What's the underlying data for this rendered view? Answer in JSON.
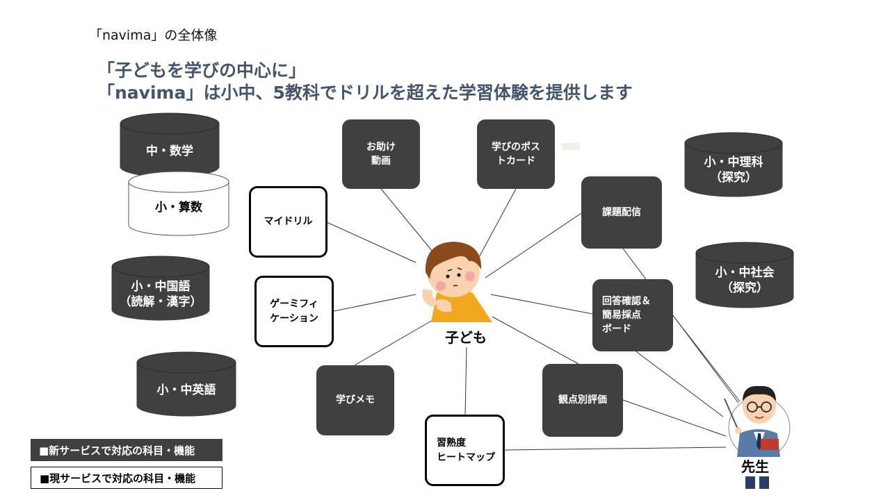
{
  "header": "「navima」の全体像",
  "title_line1": "「子どもを学びの中心に」",
  "title_line2": "「navima」は小中、5教科でドリルを超えた学習体験を提供します",
  "subjects": {
    "math_jh": "中・数学",
    "math_el": "小・算数",
    "japanese": "小・中国語\n（読解・漢字）",
    "english": "小・中英語",
    "science": "小・中理科\n（探究）",
    "social": "小・中社会\n（探究）"
  },
  "features": {
    "help_video": "お助け\n動画",
    "postcard": "学びのポス\nトカード",
    "assignment": "課題配信",
    "my_drill": "マイドリル",
    "gamification": "ゲーミフィ\nケーション",
    "answer_check": "回答確認＆\n簡易採点\nボード",
    "memo": "学びメモ",
    "heatmap": "習熟度\nヒートマップ",
    "evaluation": "観点別評価"
  },
  "child_label": "子ども",
  "teacher_label": "先生",
  "legend": {
    "new": "■新サービスで対応の科目・機能",
    "current": "■現サービスで対応の科目・機能"
  },
  "colors": {
    "dark": "#404040",
    "title": "#44546a"
  }
}
